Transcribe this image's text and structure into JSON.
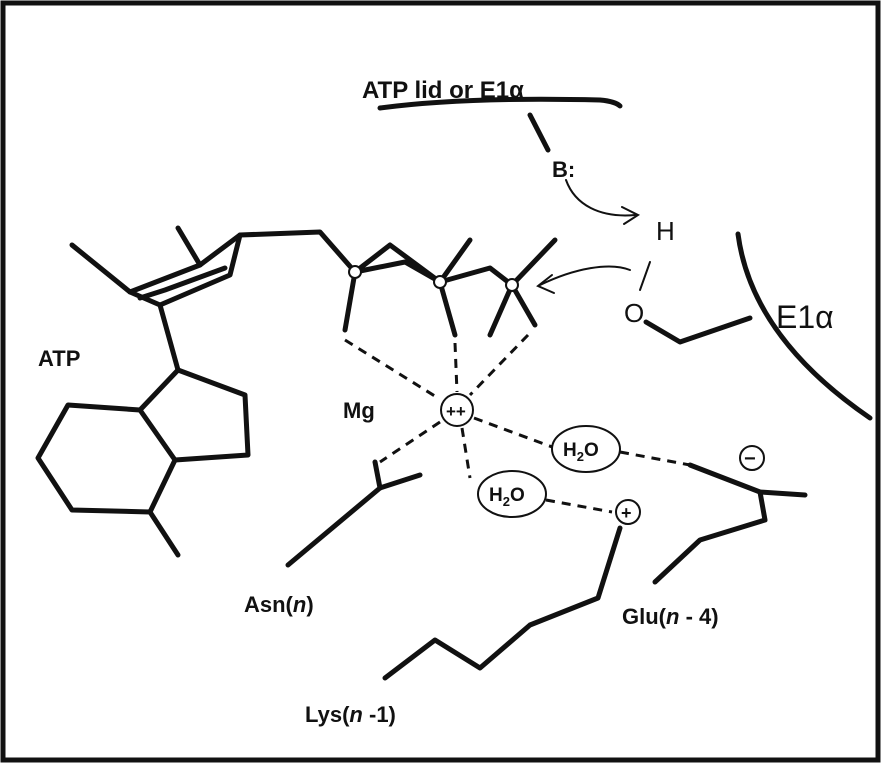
{
  "labels": {
    "atp_lid": "ATP lid or E1α",
    "base": "B:",
    "hydrogen": "H",
    "oxygen": "O",
    "e1a": "E1α",
    "atp": "ATP",
    "mg": "Mg",
    "mg_charge": "++",
    "water_1": "H2O",
    "water_2": "H2O",
    "positive_charge": "+",
    "negative_charge": "−",
    "asn_prefix": "Asn(",
    "asn_italic": "n",
    "asn_suffix": ")",
    "lys_prefix": "Lys(",
    "lys_italic": "n",
    "lys_suffix": " -1)",
    "glu_prefix": "Glu(",
    "glu_italic": "n",
    "glu_suffix": " - 4)"
  }
}
